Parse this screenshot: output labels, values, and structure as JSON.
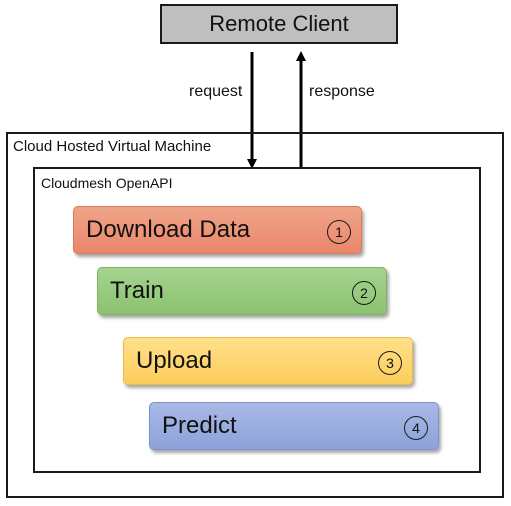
{
  "client": {
    "label": "Remote Client"
  },
  "arrows": {
    "request_label": "request",
    "response_label": "response"
  },
  "vm": {
    "title": "Cloud Hosted Virtual Machine"
  },
  "api": {
    "title": "Cloudmesh OpenAPI"
  },
  "steps": [
    {
      "label": "Download Data",
      "number": "1",
      "color": "#e9876a"
    },
    {
      "label": "Train",
      "number": "2",
      "color": "#8cc271"
    },
    {
      "label": "Upload",
      "number": "3",
      "color": "#fccd5c"
    },
    {
      "label": "Predict",
      "number": "4",
      "color": "#8da2da"
    }
  ]
}
